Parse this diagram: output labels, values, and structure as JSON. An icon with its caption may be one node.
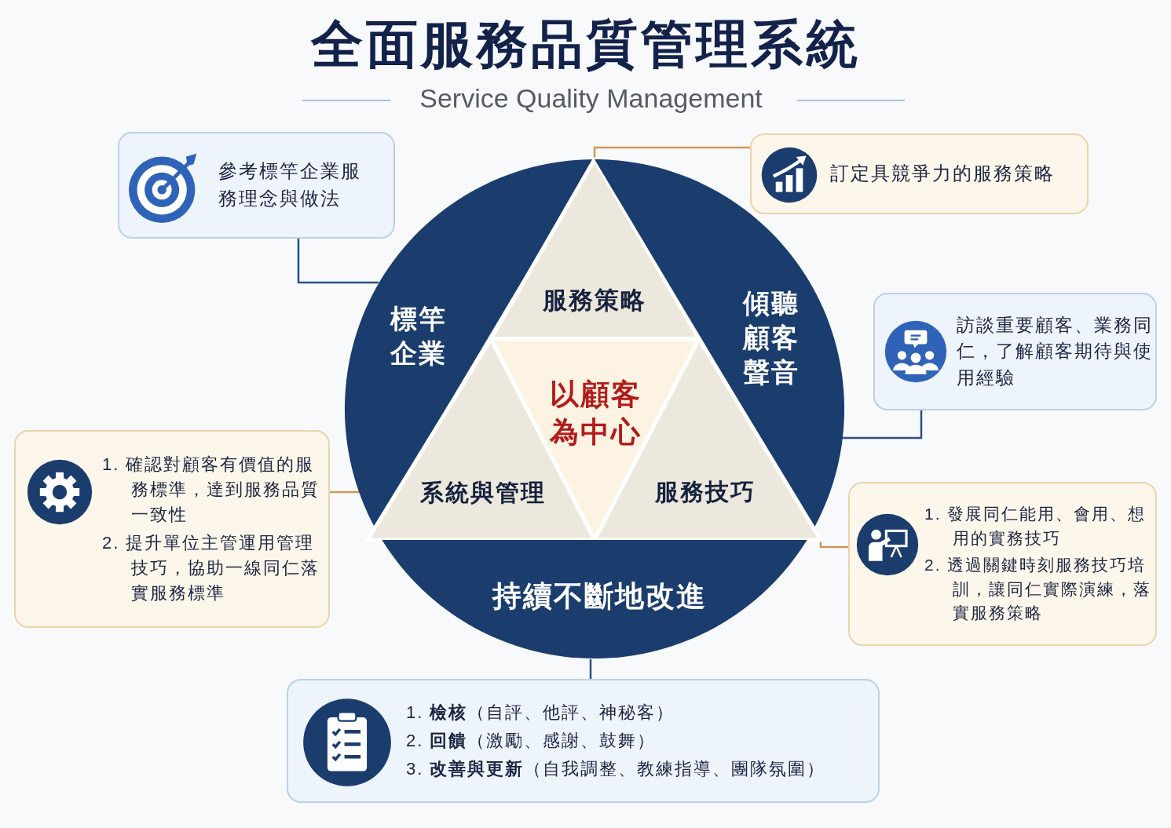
{
  "diagram": {
    "title": "全面服務品質管理系統",
    "nodes": [
      {
        "text": [
          "參考標竿企業服務理念與做法"
        ]
      },
      {
        "text": [
          "訂定具競爭力的服務策略"
        ]
      },
      {
        "text": [
          "標竿企業"
        ]
      },
      {
        "text": [
          "服務策略"
        ]
      },
      {
        "text": [
          "傾聽顧客聲音"
        ]
      },
      {
        "text": [
          "訪談重要顧客、業務同仁，了解顧客期待與使用經驗"
        ]
      },
      {
        "text": [
          "以顧客為中心"
        ]
      },
      {
        "text": [
          "1. 確認對顧客有價值的服務標準，達到服務品質一致性",
          "2. 提升單位主管運用管理技巧，協助一線同仁落實服務標準"
        ]
      },
      {
        "text": [
          "系統與管理"
        ]
      },
      {
        "text": [
          "服務技巧"
        ]
      },
      {
        "text": [
          "1. 發展同仁能用、會用、想用的實務技巧",
          "2. 透過關鍵時刻服務技巧培訓，讓同仁實際演練，落實服務策略"
        ]
      },
      {
        "text": [
          "持續不斷地改進"
        ]
      },
      {
        "text": [
          "1. **檢核**（自評、他評、神秘客）",
          "2. **回饋**（激勵、感謝、鼓舞）",
          "3. **改善與更新**（自我調整、教練指導、團隊氛圍）"
        ]
      }
    ],
    "edges": [
      {
        "from": 0,
        "to": 2,
        "arrow": "none"
      },
      {
        "from": 1,
        "to": 3,
        "arrow": "none",
        "color": "#c99a5e"
      },
      {
        "from": 5,
        "to": 4,
        "arrow": "none"
      },
      {
        "from": 7,
        "to": 8,
        "arrow": "none",
        "color": "#c99a5e"
      },
      {
        "from": 10,
        "to": 9,
        "arrow": "none",
        "color": "#c99a5e"
      },
      {
        "from": 12,
        "to": 11,
        "arrow": "none"
      }
    ],
    "labels": [
      "Service Quality Management"
    ]
  }
}
